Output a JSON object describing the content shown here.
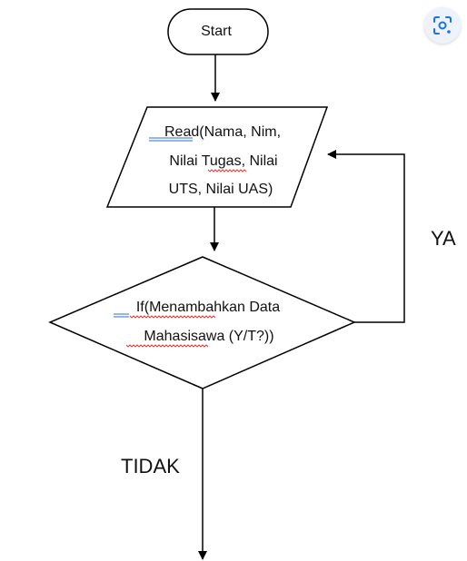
{
  "flowchart": {
    "start_label": "Start",
    "input_lines": [
      "Read(Nama, Nim,",
      "Nilai Tugas, Nilai",
      "UTS, Nilai UAS)"
    ],
    "decision_lines": [
      "If(Menambahkan Data",
      "Mahasisawa (Y/T?))"
    ],
    "yes_label": "YA",
    "no_label": "TIDAK"
  },
  "toolbar": {
    "lens_icon": "visual-search-icon"
  },
  "colors": {
    "stroke": "#000000",
    "spellcheck": "#e53935",
    "hyperlink_underline": "#2f6fd6",
    "lens_background": "#eef3fb",
    "lens_icon": "#1a73e8"
  }
}
